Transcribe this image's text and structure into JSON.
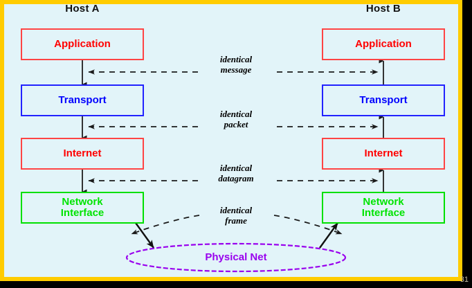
{
  "slide": {
    "page_number": "31",
    "frame_color": "#FFCC00",
    "canvas_color": "#E2F4F9"
  },
  "hosts": [
    {
      "id": "host-a",
      "title": "Host A",
      "direction": "down"
    },
    {
      "id": "host-b",
      "title": "Host B",
      "direction": "up"
    }
  ],
  "layers": [
    {
      "name": "Application",
      "color": "#FF0000",
      "border": "#FF4444",
      "lines": [
        "Application"
      ]
    },
    {
      "name": "Transport",
      "color": "#0000FF",
      "border": "#2222FF",
      "lines": [
        "Transport"
      ]
    },
    {
      "name": "Internet",
      "color": "#FF0000",
      "border": "#FF4444",
      "lines": [
        "Internet"
      ]
    },
    {
      "name": "Network Interface",
      "color": "#00E400",
      "border": "#00E000",
      "lines": [
        "Network",
        "Interface"
      ]
    }
  ],
  "host_a_labels": {
    "application": "Application",
    "transport": "Transport",
    "internet": "Internet",
    "network_interface_line1": "Network",
    "network_interface_line2": "Interface"
  },
  "host_b_labels": {
    "application": "Application",
    "transport": "Transport",
    "internet": "Internet",
    "network_interface_line1": "Network",
    "network_interface_line2": "Interface"
  },
  "identical_labels": [
    {
      "line1": "identical",
      "line2": "message"
    },
    {
      "line1": "identical",
      "line2": "packet"
    },
    {
      "line1": "identical",
      "line2": "datagram"
    },
    {
      "line1": "identical",
      "line2": "frame"
    }
  ],
  "physical_net": {
    "label": "Physical Net",
    "color": "#9900EE"
  }
}
